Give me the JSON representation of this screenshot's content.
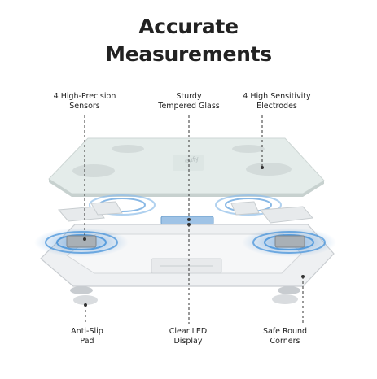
{
  "title_line1": "Accurate",
  "title_line2": "Measurements",
  "brand_mark": "eufy",
  "callouts": {
    "sensors": [
      "4 High-Precision",
      "Sensors"
    ],
    "glass": [
      "Sturdy",
      "Tempered Glass"
    ],
    "electrodes": [
      "4 High Sensitivity",
      "Electrodes"
    ],
    "antislip": [
      "Anti-Slip",
      "Pad"
    ],
    "led": [
      "Clear LED",
      "Display"
    ],
    "corners": [
      "Safe Round",
      "Corners"
    ]
  },
  "colors": {
    "glass_top": "#e9f0ee",
    "frame": "#eef0f2",
    "accent_blue": "#3f8fd8",
    "feet": "#c8ccd0"
  }
}
